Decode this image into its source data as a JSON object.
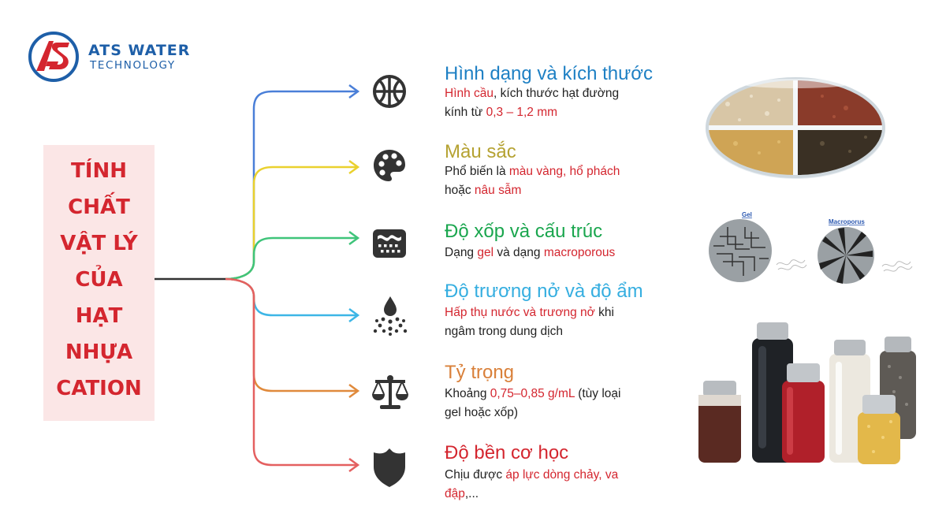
{
  "logo": {
    "mark": "ATS",
    "line1": "ATS WATER",
    "line2": "TECHNOLOGY",
    "colors": {
      "blue": "#1e5fa8",
      "red": "#d4262f"
    }
  },
  "title_lines": [
    "TÍNH",
    "CHẤT",
    "VẬT LÝ",
    "CỦA",
    "HẠT",
    "NHỰA",
    "CATION"
  ],
  "properties": [
    {
      "icon": "basketball-icon",
      "title": "Hình dạng và kích thước",
      "color": "#1e80c4",
      "line_color": "#4a7fd8",
      "desc": [
        [
          {
            "t": "Hình cầu",
            "hl": true
          },
          {
            "t": ", kích thước hạt đường"
          }
        ],
        [
          {
            "t": "kính từ "
          },
          {
            "t": "0,3 – 1,2 mm",
            "hl": true
          }
        ]
      ]
    },
    {
      "icon": "palette-icon",
      "title": "Màu sắc",
      "color": "#b5a232",
      "line_color": "#ead12e",
      "desc": [
        [
          {
            "t": "Phổ biến là "
          },
          {
            "t": "màu vàng, hổ phách",
            "hl": true
          }
        ],
        [
          {
            "t": "hoặc "
          },
          {
            "t": "nâu sẫm",
            "hl": true
          }
        ]
      ]
    },
    {
      "icon": "sponge-icon",
      "title": "Độ xốp và cấu trúc",
      "color": "#1aa64e",
      "line_color": "#3fc47a",
      "desc": [
        [
          {
            "t": "Dạng "
          },
          {
            "t": "gel",
            "hl": true
          },
          {
            "t": " và dạng "
          },
          {
            "t": "macroporous",
            "hl": true
          }
        ]
      ]
    },
    {
      "icon": "water-drop-spray-icon",
      "title": "Độ trương nở và độ ẩm",
      "color": "#35aee0",
      "line_color": "#3db6e6",
      "desc": [
        [
          {
            "t": "Hấp thụ nước và trương nở",
            "hl": true
          },
          {
            "t": " khi"
          }
        ],
        [
          {
            "t": "ngâm trong dung dịch"
          }
        ]
      ]
    },
    {
      "icon": "balance-scale-icon",
      "title": "Tỷ trọng",
      "color": "#d9803a",
      "line_color": "#e08a3c",
      "desc": [
        [
          {
            "t": "Khoảng "
          },
          {
            "t": "0,75–0,85 g/mL",
            "hl": true
          },
          {
            "t": " (tùy loại"
          }
        ],
        [
          {
            "t": "gel hoặc xốp)"
          }
        ]
      ]
    },
    {
      "icon": "shield-icon",
      "title": "Độ bền cơ học",
      "color": "#d4262f",
      "line_color": "#e46060",
      "desc": [
        [
          {
            "t": "Chịu được "
          },
          {
            "t": "áp lực dòng chảy, va",
            "hl": true
          }
        ],
        [
          {
            "t": "đập",
            "hl": true
          },
          {
            "t": ",..."
          }
        ]
      ]
    }
  ],
  "structure_labels": {
    "gel": "Gel",
    "macro": "Macroporus"
  },
  "highlight_color": "#d4262f"
}
